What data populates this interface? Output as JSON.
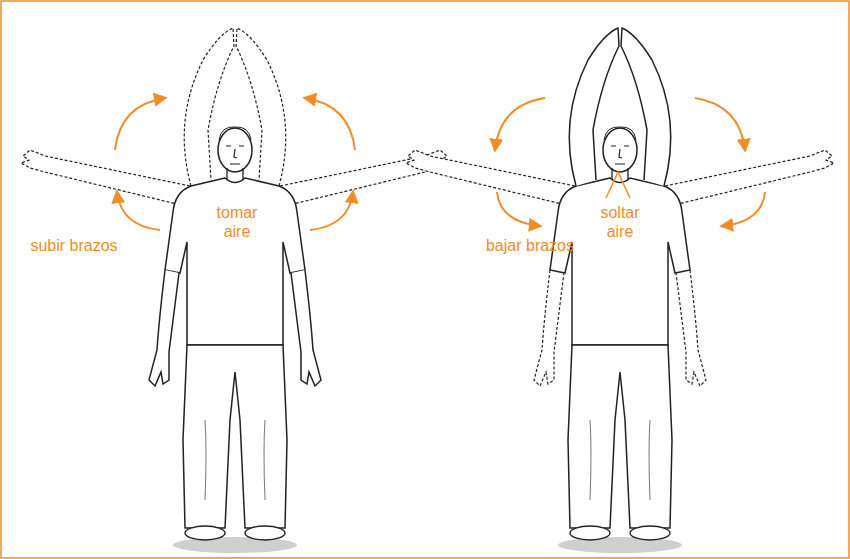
{
  "diagram": {
    "labels": [
      "tomar aire",
      "subir brazos",
      "soltar aire",
      "bajar brazos"
    ]
  }
}
